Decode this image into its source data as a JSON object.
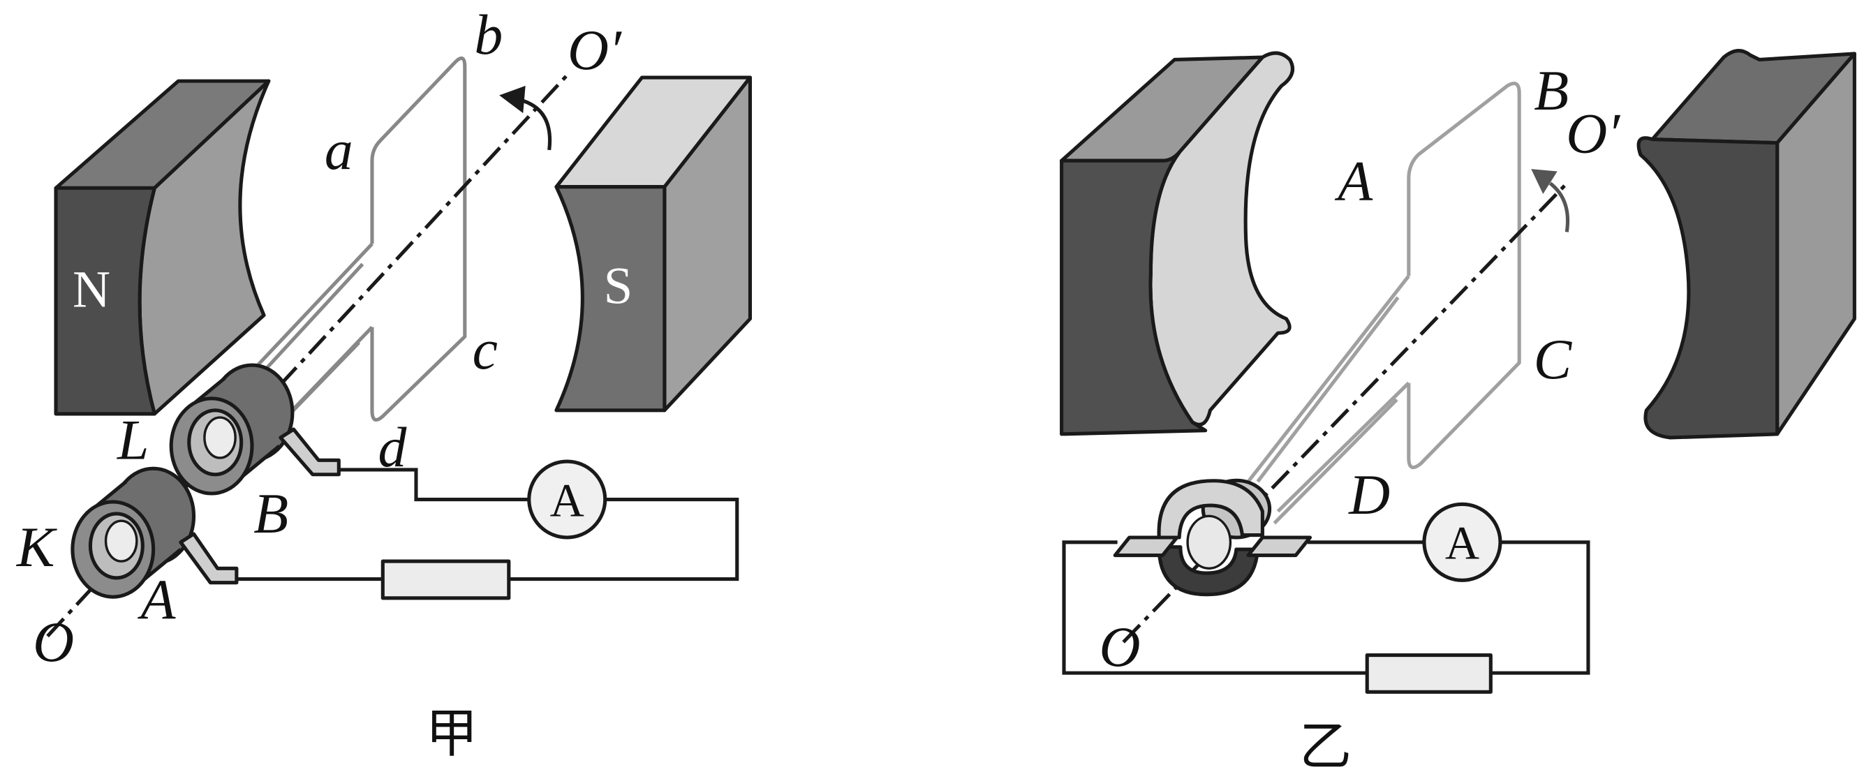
{
  "figure_left": {
    "caption": "甲",
    "magnet_north": "N",
    "magnet_south": "S",
    "coil": {
      "a": "a",
      "b": "b",
      "c": "c",
      "d": "d"
    },
    "axis_top": "O′",
    "axis_bottom": "O",
    "ring_L": "L",
    "ring_K": "K",
    "brush_A": "A",
    "brush_B": "B",
    "ammeter": "A"
  },
  "figure_right": {
    "caption": "乙",
    "coil": {
      "A": "A",
      "B": "B",
      "C": "C",
      "D": "D"
    },
    "axis_top": "O′",
    "axis_bottom": "O",
    "ammeter": "A"
  },
  "colors": {
    "magnet_dark": "#4d4d4d",
    "magnet_mid": "#7a7a7a",
    "magnet_light": "#d6d6d6",
    "coil_left": "#888888",
    "coil_right": "#a0a0a0",
    "outline": "#1a1a1a"
  }
}
